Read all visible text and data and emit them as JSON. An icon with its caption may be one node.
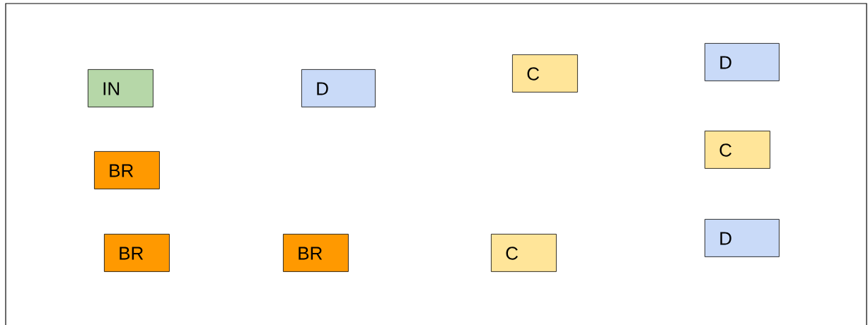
{
  "diagram": {
    "nodes": [
      {
        "text": [
          "IN"
        ]
      },
      {
        "text": [
          "D"
        ]
      },
      {
        "text": [
          "C"
        ]
      },
      {
        "text": [
          "D"
        ]
      },
      {
        "text": [
          "BR"
        ]
      },
      {
        "text": [
          "C"
        ]
      },
      {
        "text": [
          "BR"
        ]
      },
      {
        "text": [
          "BR"
        ]
      },
      {
        "text": [
          "C"
        ]
      },
      {
        "text": [
          "D"
        ]
      }
    ]
  }
}
